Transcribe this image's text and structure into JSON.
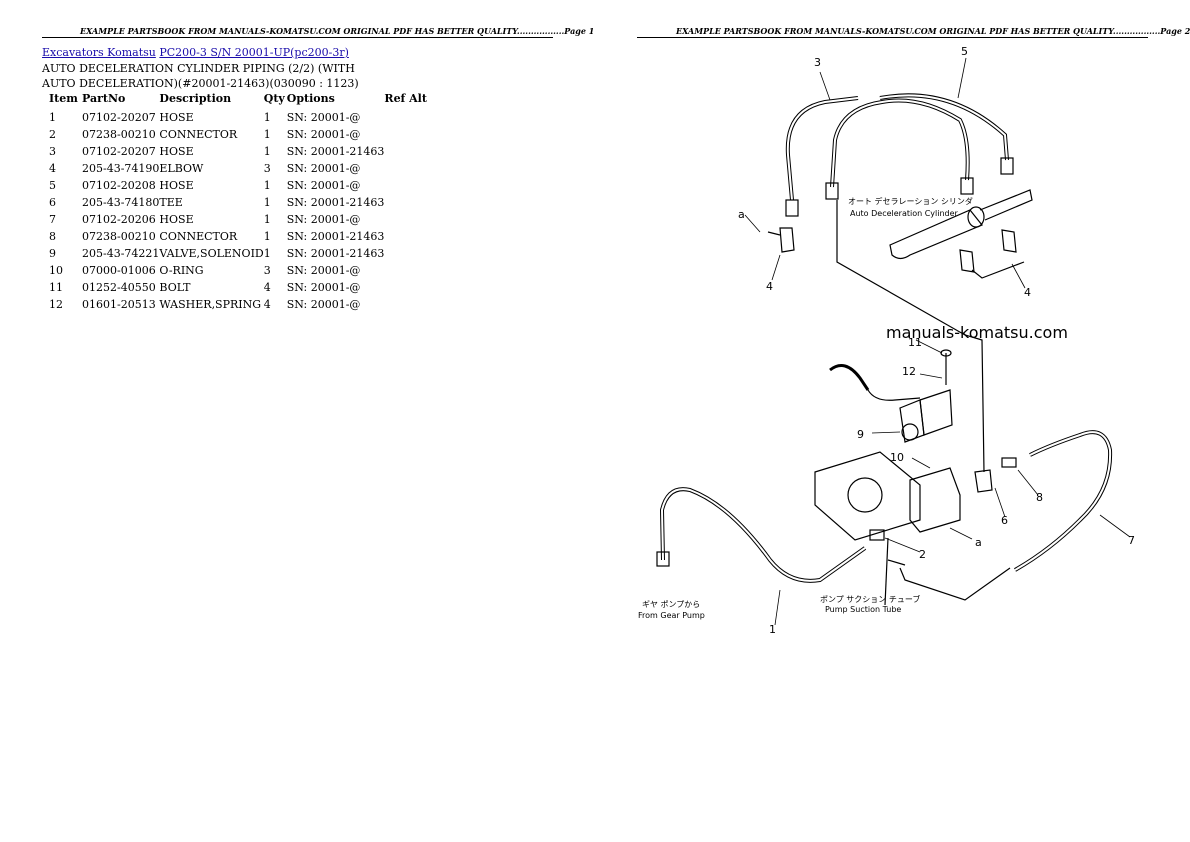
{
  "header": {
    "page1": "EXAMPLE PARTSBOOK FROM MANUALS-KOMATSU.COM ORIGINAL PDF HAS BETTER QUALITY.................Page 1",
    "page2": "EXAMPLE PARTSBOOK FROM MANUALS-KOMATSU.COM ORIGINAL PDF HAS BETTER QUALITY.................Page 2"
  },
  "breadcrumb": {
    "link1": "Excavators Komatsu",
    "link2": "PC200-3 S/N 20001-UP(pc200-3r)"
  },
  "title": "AUTO DECELERATION CYLINDER PIPING (2/2) (WITH AUTO DECELERATION)(#20001-21463)(030090 : 1123)",
  "table": {
    "headers": [
      "Item",
      "PartNo",
      "Description",
      "Qty",
      "Options",
      "Ref Alt"
    ],
    "rows": [
      [
        "1",
        "07102-20207",
        "HOSE",
        "1",
        "SN: 20001-@",
        ""
      ],
      [
        "2",
        "07238-00210",
        "CONNECTOR",
        "1",
        "SN: 20001-@",
        ""
      ],
      [
        "3",
        "07102-20207",
        "HOSE",
        "1",
        "SN: 20001-21463",
        ""
      ],
      [
        "4",
        "205-43-74190",
        "ELBOW",
        "3",
        "SN: 20001-@",
        ""
      ],
      [
        "5",
        "07102-20208",
        "HOSE",
        "1",
        "SN: 20001-@",
        ""
      ],
      [
        "6",
        "205-43-74180",
        "TEE",
        "1",
        "SN: 20001-21463",
        ""
      ],
      [
        "7",
        "07102-20206",
        "HOSE",
        "1",
        "SN: 20001-@",
        ""
      ],
      [
        "8",
        "07238-00210",
        "CONNECTOR",
        "1",
        "SN: 20001-21463",
        ""
      ],
      [
        "9",
        "205-43-74221",
        "VALVE,SOLENOID",
        "1",
        "SN: 20001-21463",
        ""
      ],
      [
        "10",
        "07000-01006",
        "O-RING",
        "3",
        "SN: 20001-@",
        ""
      ],
      [
        "11",
        "01252-40550",
        "BOLT",
        "4",
        "SN: 20001-@",
        ""
      ],
      [
        "12",
        "01601-20513",
        "WASHER,SPRING",
        "4",
        "SN: 20001-@",
        ""
      ]
    ]
  },
  "diagram": {
    "watermark": "manuals-komatsu.com",
    "callouts": [
      "1",
      "2",
      "3",
      "4",
      "4",
      "5",
      "6",
      "7",
      "8",
      "9",
      "10",
      "11",
      "12",
      "a",
      "a"
    ],
    "cylinder_label_jp": "オート デセラレーション シリンダ",
    "cylinder_label": "Auto Deceleration Cylinder",
    "pump_label_jp": "ギヤ ポンプから",
    "pump_label": "From Gear Pump",
    "suction_label_jp": "ポンプ サクション チューブ",
    "suction_label": "Pump Suction Tube"
  }
}
